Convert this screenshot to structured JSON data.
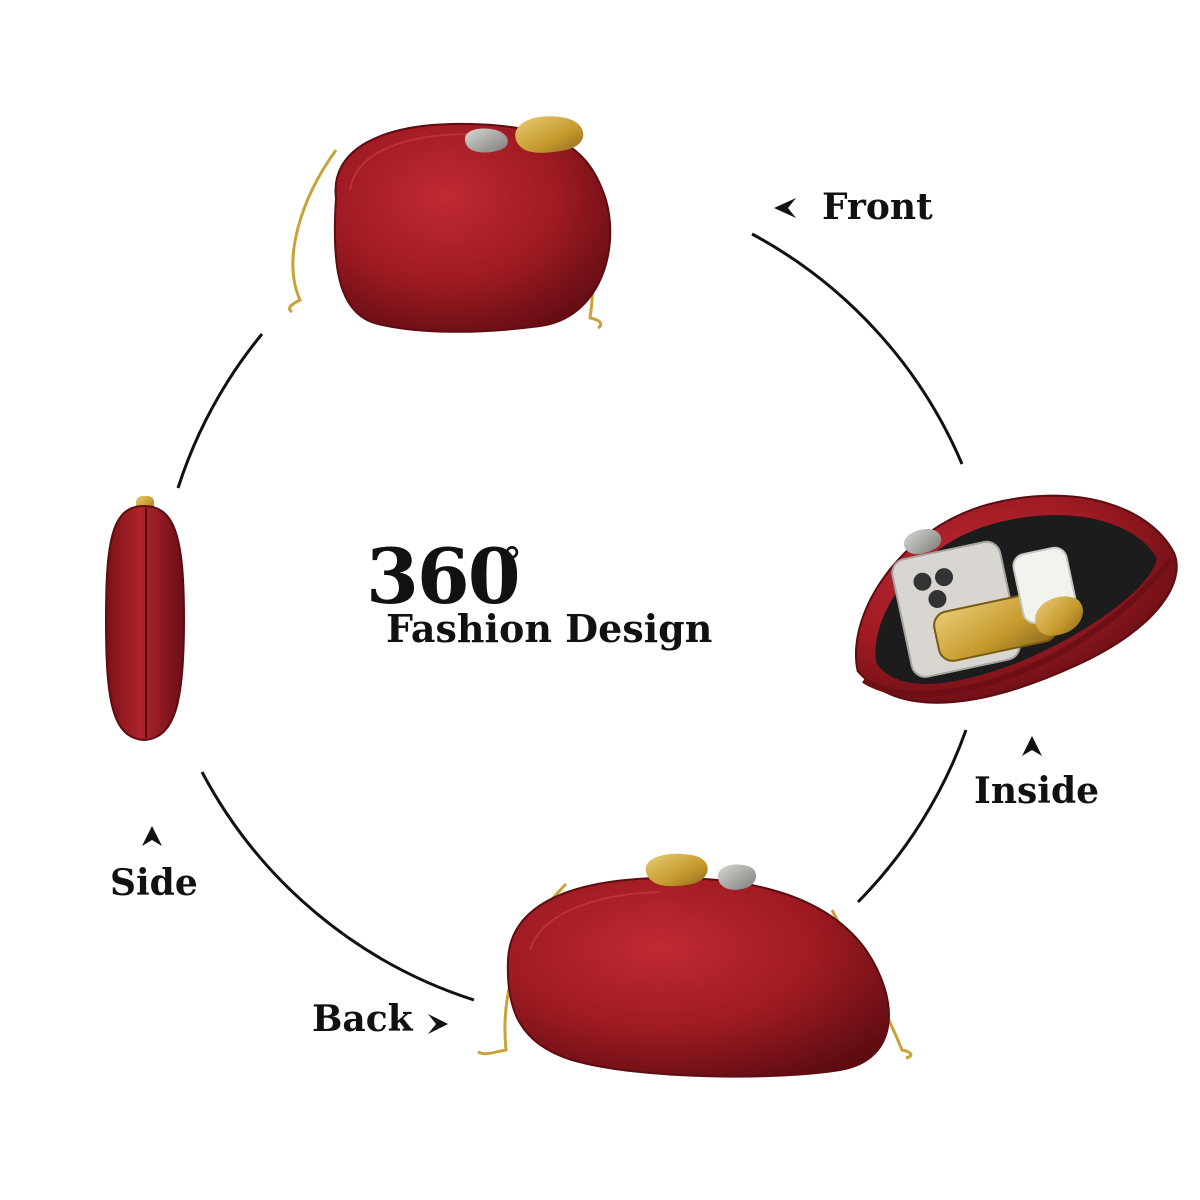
{
  "title": {
    "number": "360",
    "degree": "°",
    "subtitle": "Fashion Design"
  },
  "views": {
    "front": "Front",
    "inside": "Inside",
    "side": "Side",
    "back": "Back"
  },
  "colors": {
    "bag_red": "#9e1a22",
    "bag_red_dark": "#6e0f16",
    "gold": "#c9a23a",
    "silver": "#9a9a96",
    "lining": "#1c1c1c",
    "arc_line": "#111111",
    "background": "#ffffff"
  },
  "icons": {
    "direction_arrows": "chevron-arrow-icon"
  }
}
